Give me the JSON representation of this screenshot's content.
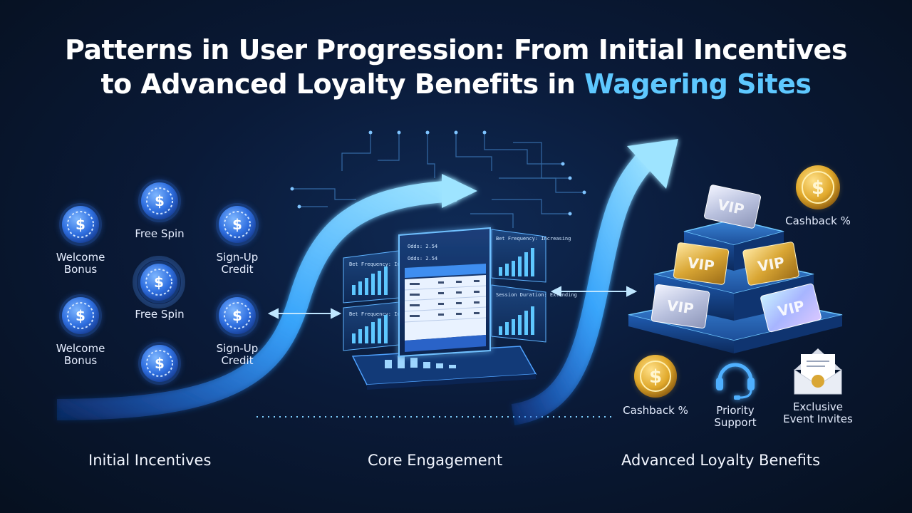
{
  "title": {
    "line1": "Patterns in User Progression: From Initial Incentives",
    "line2_prefix": "to Advanced Loyalty Benefits in ",
    "line2_accent": "Wagering Sites"
  },
  "initial_incentives": {
    "items": [
      {
        "label": "Welcome\nBonus"
      },
      {
        "label": "Free Spin"
      },
      {
        "label": "Sign-Up\nCredit"
      },
      {
        "label": "Free Spin"
      },
      {
        "label": "Welcome\nBonus"
      },
      {
        "label": "Sign-Up\nCredit"
      }
    ]
  },
  "core_engagement": {
    "dashboard_left_top": "Bet Frequency: Increasing",
    "dashboard_left_bottom": "Bet Frequency: Increasing",
    "dashboard_right_top": "Bet Frequency: Increasing",
    "dashboard_right_bottom": "Session Duration: Extending",
    "screen_odds_1": "Odds: 2.54",
    "screen_odds_2": "Odds: 2.54"
  },
  "advanced_loyalty": {
    "vip_card_text": "VIP",
    "cashback_top": "Cashback %",
    "cashback_bottom": "Cashback %",
    "priority_support": "Priority\nSupport",
    "exclusive_events": "Exclusive\nEvent Invites"
  },
  "sections": {
    "initial": "Initial Incentives",
    "core": "Core Engagement",
    "advanced": "Advanced Loyalty Benefits"
  },
  "colors": {
    "accent": "#5ec8ff",
    "coin_blue": "#2f6fe0",
    "coin_gold": "#e0a82a",
    "background": "#0a1a38"
  }
}
